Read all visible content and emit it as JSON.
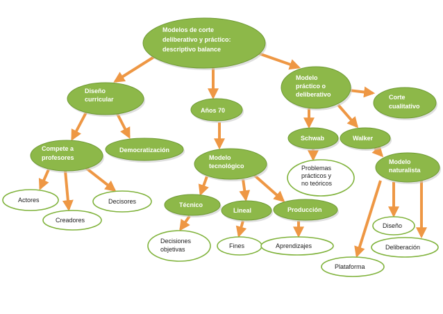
{
  "colors": {
    "green_fill": "#8db849",
    "green_stroke": "#6e9a33",
    "white_fill": "#ffffff",
    "white_stroke": "#7fb23a",
    "arrow": "#ee9744",
    "text_light": "#ffffff",
    "text_dark": "#1a1a1a"
  },
  "nodes": {
    "root": {
      "lines": [
        "Modelos de corte",
        "deliberativo y práctico:",
        "descriptivo balance"
      ]
    },
    "diseno_curricular": {
      "lines": [
        "Diseño",
        "curricular"
      ]
    },
    "anos70": {
      "lines": [
        "Años 70"
      ]
    },
    "modelo_practico": {
      "lines": [
        "Modelo",
        "práctico o",
        "deliberativo"
      ]
    },
    "corte_cualitativo": {
      "lines": [
        "Corte",
        "cualitativo"
      ]
    },
    "compete_profesores": {
      "lines": [
        "Compete a",
        "profesores"
      ]
    },
    "democratizacion": {
      "lines": [
        "Democratización"
      ]
    },
    "modelo_tecnologico": {
      "lines": [
        "Modelo",
        "tecnológico"
      ]
    },
    "schwab": {
      "lines": [
        "Schwab"
      ]
    },
    "walker": {
      "lines": [
        "Walker"
      ]
    },
    "problemas": {
      "lines": [
        "Problemas",
        "prácticos y",
        "no teóricos"
      ]
    },
    "modelo_naturalista": {
      "lines": [
        "Modelo",
        "naturalista"
      ]
    },
    "actores": {
      "lines": [
        "Actores"
      ]
    },
    "decisores": {
      "lines": [
        "Decisores"
      ]
    },
    "creadores": {
      "lines": [
        "Creadores"
      ]
    },
    "tecnico": {
      "lines": [
        "Técnico"
      ]
    },
    "lineal": {
      "lines": [
        "Lineal"
      ]
    },
    "produccion": {
      "lines": [
        "Producción"
      ]
    },
    "decisiones_objetivas": {
      "lines": [
        "Decisiones",
        "objetivas"
      ]
    },
    "fines": {
      "lines": [
        "Fines"
      ]
    },
    "aprendizajes": {
      "lines": [
        "Aprendizajes"
      ]
    },
    "diseno": {
      "lines": [
        "Diseño"
      ]
    },
    "deliberacion": {
      "lines": [
        "Deliberación"
      ]
    },
    "plataforma": {
      "lines": [
        "Plataforma"
      ]
    }
  },
  "edges": [
    [
      "root",
      "diseno_curricular"
    ],
    [
      "root",
      "anos70"
    ],
    [
      "root",
      "modelo_practico"
    ],
    [
      "modelo_practico",
      "corte_cualitativo"
    ],
    [
      "diseno_curricular",
      "compete_profesores"
    ],
    [
      "diseno_curricular",
      "democratizacion"
    ],
    [
      "anos70",
      "modelo_tecnologico"
    ],
    [
      "modelo_practico",
      "schwab"
    ],
    [
      "modelo_practico",
      "walker"
    ],
    [
      "schwab",
      "problemas"
    ],
    [
      "walker",
      "modelo_naturalista"
    ],
    [
      "compete_profesores",
      "actores"
    ],
    [
      "compete_profesores",
      "creadores"
    ],
    [
      "compete_profesores",
      "decisores"
    ],
    [
      "modelo_tecnologico",
      "tecnico"
    ],
    [
      "modelo_tecnologico",
      "lineal"
    ],
    [
      "modelo_tecnologico",
      "produccion"
    ],
    [
      "tecnico",
      "decisiones_objetivas"
    ],
    [
      "lineal",
      "fines"
    ],
    [
      "produccion",
      "aprendizajes"
    ],
    [
      "modelo_naturalista",
      "diseno"
    ],
    [
      "modelo_naturalista",
      "deliberacion"
    ],
    [
      "modelo_naturalista",
      "plataforma"
    ]
  ]
}
